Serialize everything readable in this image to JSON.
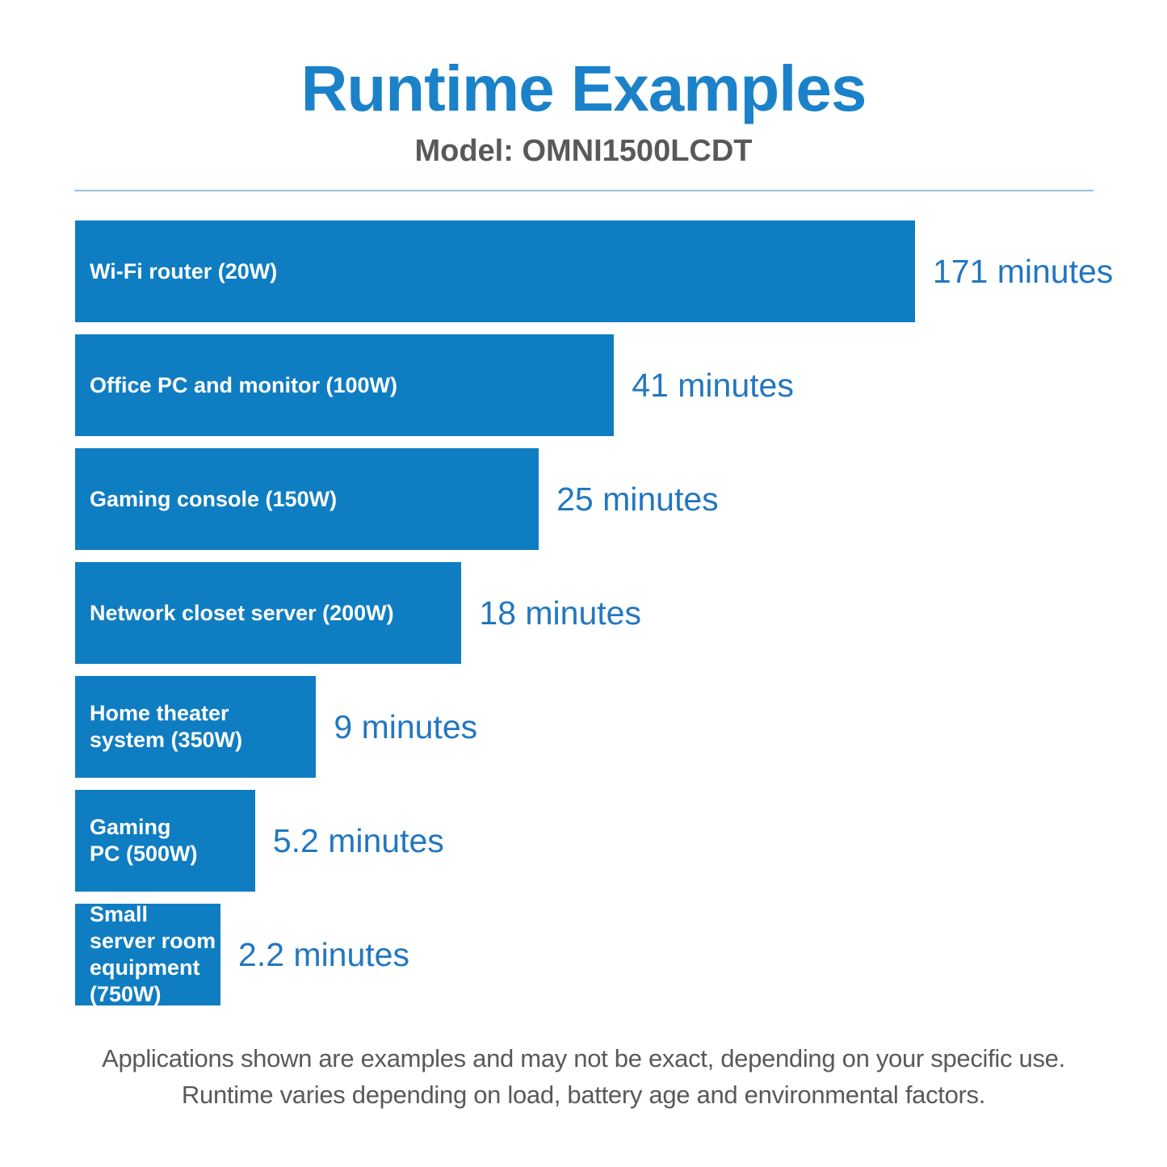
{
  "page": {
    "title": "Runtime Examples",
    "subtitle": "Model: OMNI1500LCDT",
    "footnote": "Applications shown are examples and may not be exact, depending on your specific use.\nRuntime varies depending on load, battery age and environmental factors."
  },
  "colors": {
    "title_blue": "#1B82C9",
    "bar_blue": "#0F7DC2",
    "value_text_blue": "#2277C0",
    "divider_blue": "#9BBFD4",
    "gray_text": "#58595B",
    "bar_label_white": "#FFFFFF"
  },
  "chart_data": {
    "type": "bar",
    "orientation": "horizontal",
    "title": "Runtime Examples",
    "subtitle": "Model: OMNI1500LCDT",
    "unit": "minutes",
    "xlabel": "",
    "ylabel": "",
    "legend": false,
    "grid": false,
    "categories": [
      "Wi-Fi router (20W)",
      "Office PC and monitor (100W)",
      "Gaming console (150W)",
      "Network closet server (200W)",
      "Home theater system (350W)",
      "Gaming PC (500W)",
      "Small server room equipment (750W)"
    ],
    "values": [
      171,
      41,
      25,
      18,
      9,
      5.2,
      2.2
    ],
    "bars": [
      {
        "label": "Wi-Fi router (20W)",
        "watts": 20,
        "minutes": 171,
        "value_label": "171 minutes",
        "width_pct": 82.6
      },
      {
        "label": "Office PC and monitor (100W)",
        "watts": 100,
        "minutes": 41,
        "value_label": "41 minutes",
        "width_pct": 53.0
      },
      {
        "label": "Gaming console (150W)",
        "watts": 150,
        "minutes": 25,
        "value_label": "25 minutes",
        "width_pct": 45.6
      },
      {
        "label": "Network closet server (200W)",
        "watts": 200,
        "minutes": 18,
        "value_label": "18 minutes",
        "width_pct": 38.0
      },
      {
        "label": "Home theater\nsystem (350W)",
        "watts": 350,
        "minutes": 9,
        "value_label": "9 minutes",
        "width_pct": 23.7
      },
      {
        "label": "Gaming\nPC (500W)",
        "watts": 500,
        "minutes": 5.2,
        "value_label": "5.2 minutes",
        "width_pct": 17.7
      },
      {
        "label": "Small\nserver room\nequipment\n(750W)",
        "watts": 750,
        "minutes": 2.2,
        "value_label": "2.2 minutes",
        "width_pct": 14.3
      }
    ]
  }
}
